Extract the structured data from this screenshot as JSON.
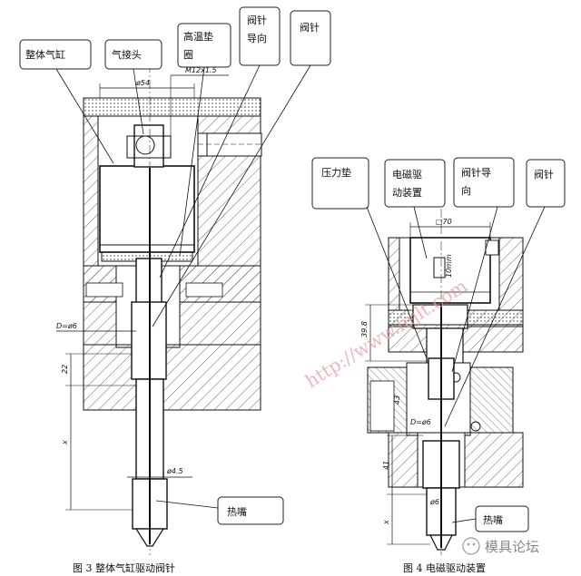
{
  "fig3": {
    "labels": {
      "cylinder": "整体气缸",
      "air_joint": "气接头",
      "gasket_l1": "高温垫",
      "gasket_l2": "圈",
      "guide_l1": "阀针",
      "guide_l2": "导向",
      "needle": "阀针",
      "nozzle": "热嘴"
    },
    "dims": {
      "d54": "ø54",
      "m12": "M12x1.5",
      "d6": "D=ø6",
      "h22": "22",
      "x": "x",
      "d45": "ø4.5"
    },
    "caption": "图 3    整体气缸驱动阀针"
  },
  "fig4": {
    "labels": {
      "pressure_pad": "压力垫",
      "actuator_l1": "电磁驱",
      "actuator_l2": "动装置",
      "guide_l1": "阀针导",
      "guide_l2": "向",
      "needle": "阀针",
      "nozzle": "热嘴"
    },
    "dims": {
      "d70": "□70",
      "stroke": "10mm",
      "h398": "39.8",
      "h43": "43",
      "d6": "D=ø6",
      "h41": "41",
      "d6b": "ø6",
      "x": "x"
    },
    "caption": "图 4    电磁驱动装置"
  },
  "watermark": {
    "text": "http://www.mjlt.com",
    "brand": "模具论坛"
  }
}
